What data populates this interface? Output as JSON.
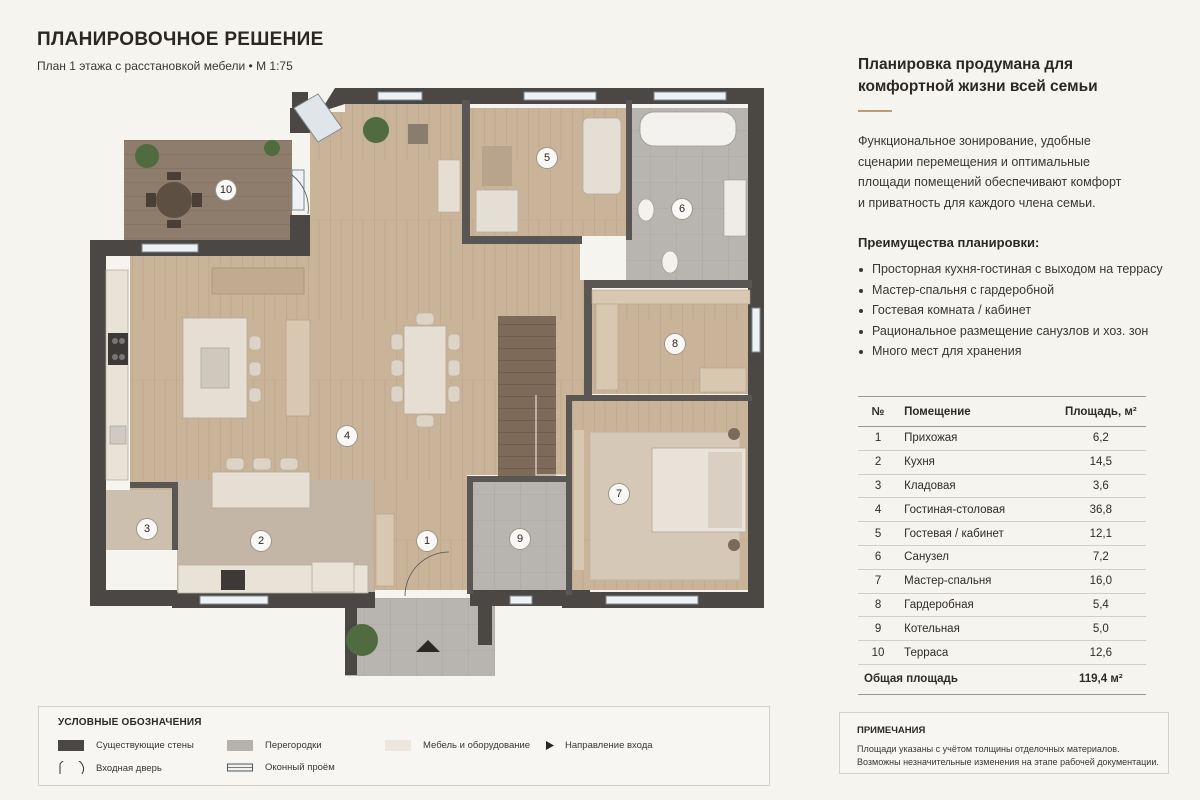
{
  "header": {
    "title": "ПЛАНИРОВОЧНОЕ РЕШЕНИЕ",
    "subtitle": "План 1 этажа с расстановкой мебели • М 1:75"
  },
  "info": {
    "heading_line1": "Планировка продумана для",
    "heading_line2": "комфортной жизни всей семьи",
    "desc_lines": [
      "Функциональное зонирование, удобные",
      "сценарии перемещения и оптимальные",
      "площади помещений обеспечивают комфорт",
      "и приватность для каждого члена семьи."
    ],
    "advantages_title": "Преимущества планировки:",
    "advantages": [
      "Просторная кухня-гостиная с выходом на террасу",
      "Мастер-спальня с гардеробной",
      "Гостевая комната / кабинет",
      "Рациональное размещение санузлов и хоз. зон",
      "Много мест для хранения"
    ]
  },
  "table": {
    "headers": [
      "№",
      "Помещение",
      "Площадь, м²"
    ],
    "rows": [
      [
        "1",
        "Прихожая",
        "6,2"
      ],
      [
        "2",
        "Кухня",
        "14,5"
      ],
      [
        "3",
        "Кладовая",
        "3,6"
      ],
      [
        "4",
        "Гостиная-столовая",
        "36,8"
      ],
      [
        "5",
        "Гостевая / кабинет",
        "12,1"
      ],
      [
        "6",
        "Санузел",
        "7,2"
      ],
      [
        "7",
        "Мастер-спальня",
        "16,0"
      ],
      [
        "8",
        "Гардеробная",
        "5,4"
      ],
      [
        "9",
        "Котельная",
        "5,0"
      ],
      [
        "10",
        "Терраса",
        "12,6"
      ]
    ],
    "total_label": "Общая площадь",
    "total_value": "119,4 м²"
  },
  "plan": {
    "room_numbers": [
      "1",
      "2",
      "3",
      "4",
      "5",
      "6",
      "7",
      "8",
      "9",
      "10"
    ],
    "colors": {
      "wall": "#4a4745",
      "wood_floor": "#c9b49a",
      "tile_floor": "#b5b2ad",
      "terrace": "#8d7b6b",
      "furniture": "#e9e2d7",
      "accent": "#b89d77"
    }
  },
  "legend": {
    "title": "УСЛОВНЫЕ ОБОЗНАЧЕНИЯ",
    "walls": "Существующие стены",
    "partitions": "Перегородки",
    "furniture": "Мебель и оборудование",
    "entry": "Направление входа",
    "door": "Входная дверь",
    "window": "Оконный проём"
  },
  "notes": {
    "title": "ПРИМЕЧАНИЯ",
    "line1": "Площади указаны с учётом толщины отделочных материалов.",
    "line2": "Возможны незначительные изменения на этапе рабочей документации."
  }
}
